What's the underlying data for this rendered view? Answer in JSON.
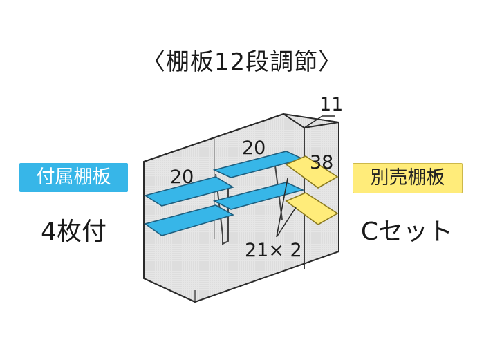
{
  "title": "〈棚板12段調節〉",
  "included_shelves": {
    "label": "付属棚板",
    "quantity": "4枚付",
    "color": "#37b6e8"
  },
  "optional_shelves": {
    "label": "別売棚板",
    "set": "Cセット",
    "color": "#ffec7a"
  },
  "dimensions": {
    "top_depth": "11",
    "left_shelf_width": "20",
    "center_shelf_width": "20",
    "side_shelf_width": "38",
    "side_shelf_depth": "21× 2"
  }
}
